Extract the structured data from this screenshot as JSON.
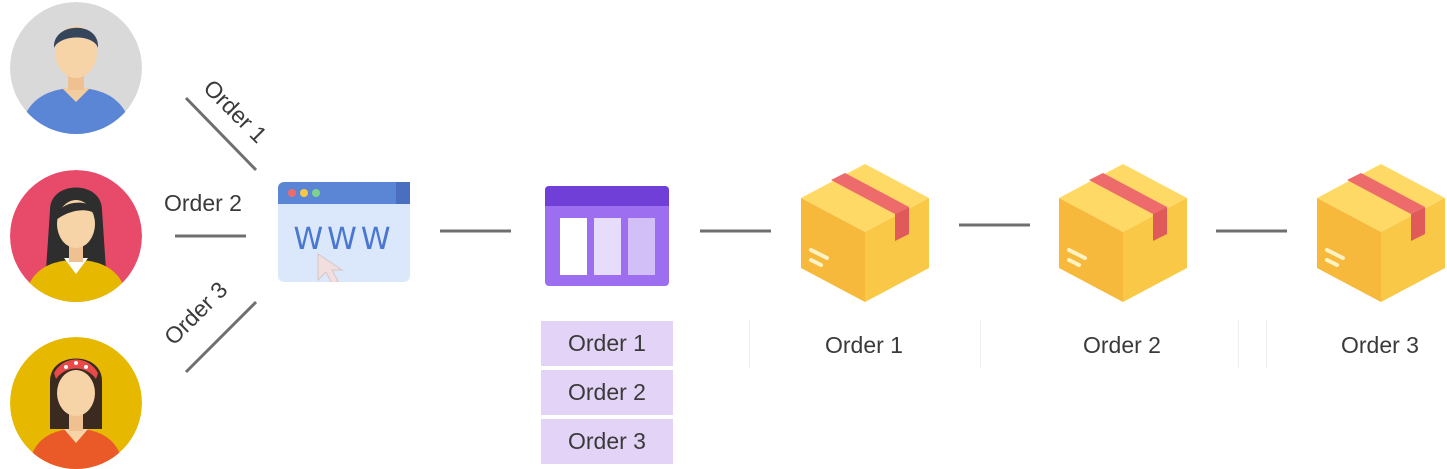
{
  "customers": [
    {
      "name": "customer-man",
      "order_label": "Order 1"
    },
    {
      "name": "customer-woman",
      "order_label": "Order 2"
    },
    {
      "name": "customer-girl",
      "order_label": "Order 3"
    }
  ],
  "website": {
    "text": "WWW"
  },
  "queue": {
    "items": [
      "Order 1",
      "Order 2",
      "Order 3"
    ]
  },
  "boxes": [
    {
      "label": "Order 1"
    },
    {
      "label": "Order 2"
    },
    {
      "label": "Order 3"
    }
  ],
  "colors": {
    "avatar_man_bg": "#d9d9d9",
    "avatar_woman_bg": "#e84a6a",
    "avatar_girl_bg": "#e6b800",
    "queue_bg": "#e3d4f7",
    "queue_icon": "#9d6ef0",
    "box_yellow": "#f8c846",
    "box_tape": "#ee6b6b",
    "line": "#6f6f6f"
  }
}
